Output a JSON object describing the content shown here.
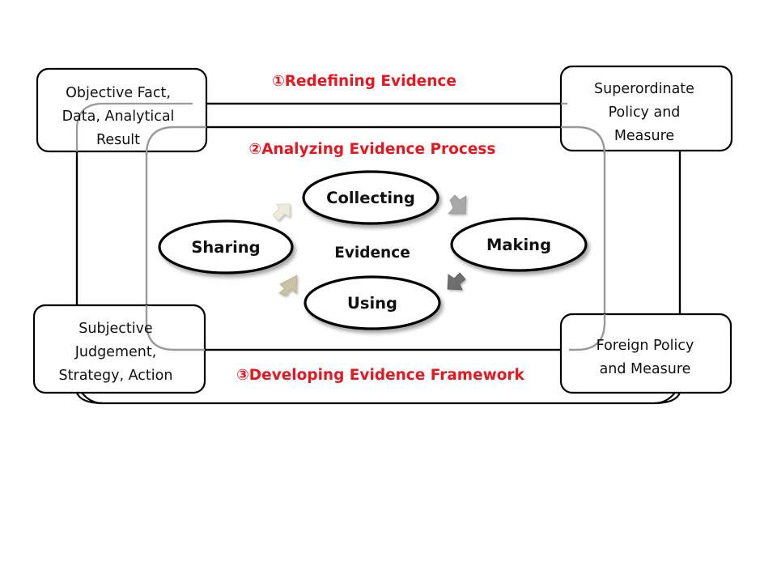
{
  "headings": {
    "redefining": "①Redefining Evidence",
    "analyzing": "②Analyzing Evidence Process",
    "developing": "③Developing Evidence Framework"
  },
  "corners": {
    "top_left": [
      "Objective Fact,",
      "Data, Analytical",
      "Result"
    ],
    "top_right": [
      "Superordinate",
      "Policy and",
      "Measure"
    ],
    "bottom_left": [
      "Subjective",
      "Judgement,",
      "Strategy, Action"
    ],
    "bottom_right": [
      "Foreign Policy",
      "and Measure"
    ]
  },
  "process": {
    "center": "Evidence",
    "collecting": "Collecting",
    "making": "Making",
    "using": "Using",
    "sharing": "Sharing"
  },
  "colors": {
    "heading": "#e8171f",
    "outline": "#000000",
    "inner_frame": "#9a9a9a",
    "arrow_cream": "#eeeadc",
    "arrow_light_gray": "#a8a8a8",
    "arrow_dark_gray": "#6e6e6e",
    "arrow_tan": "#c9c2a4"
  },
  "icons": {
    "cycle_arrows": [
      "arrow-up-right-icon",
      "arrow-down-right-icon",
      "arrow-down-left-icon",
      "arrow-up-left-icon"
    ]
  }
}
